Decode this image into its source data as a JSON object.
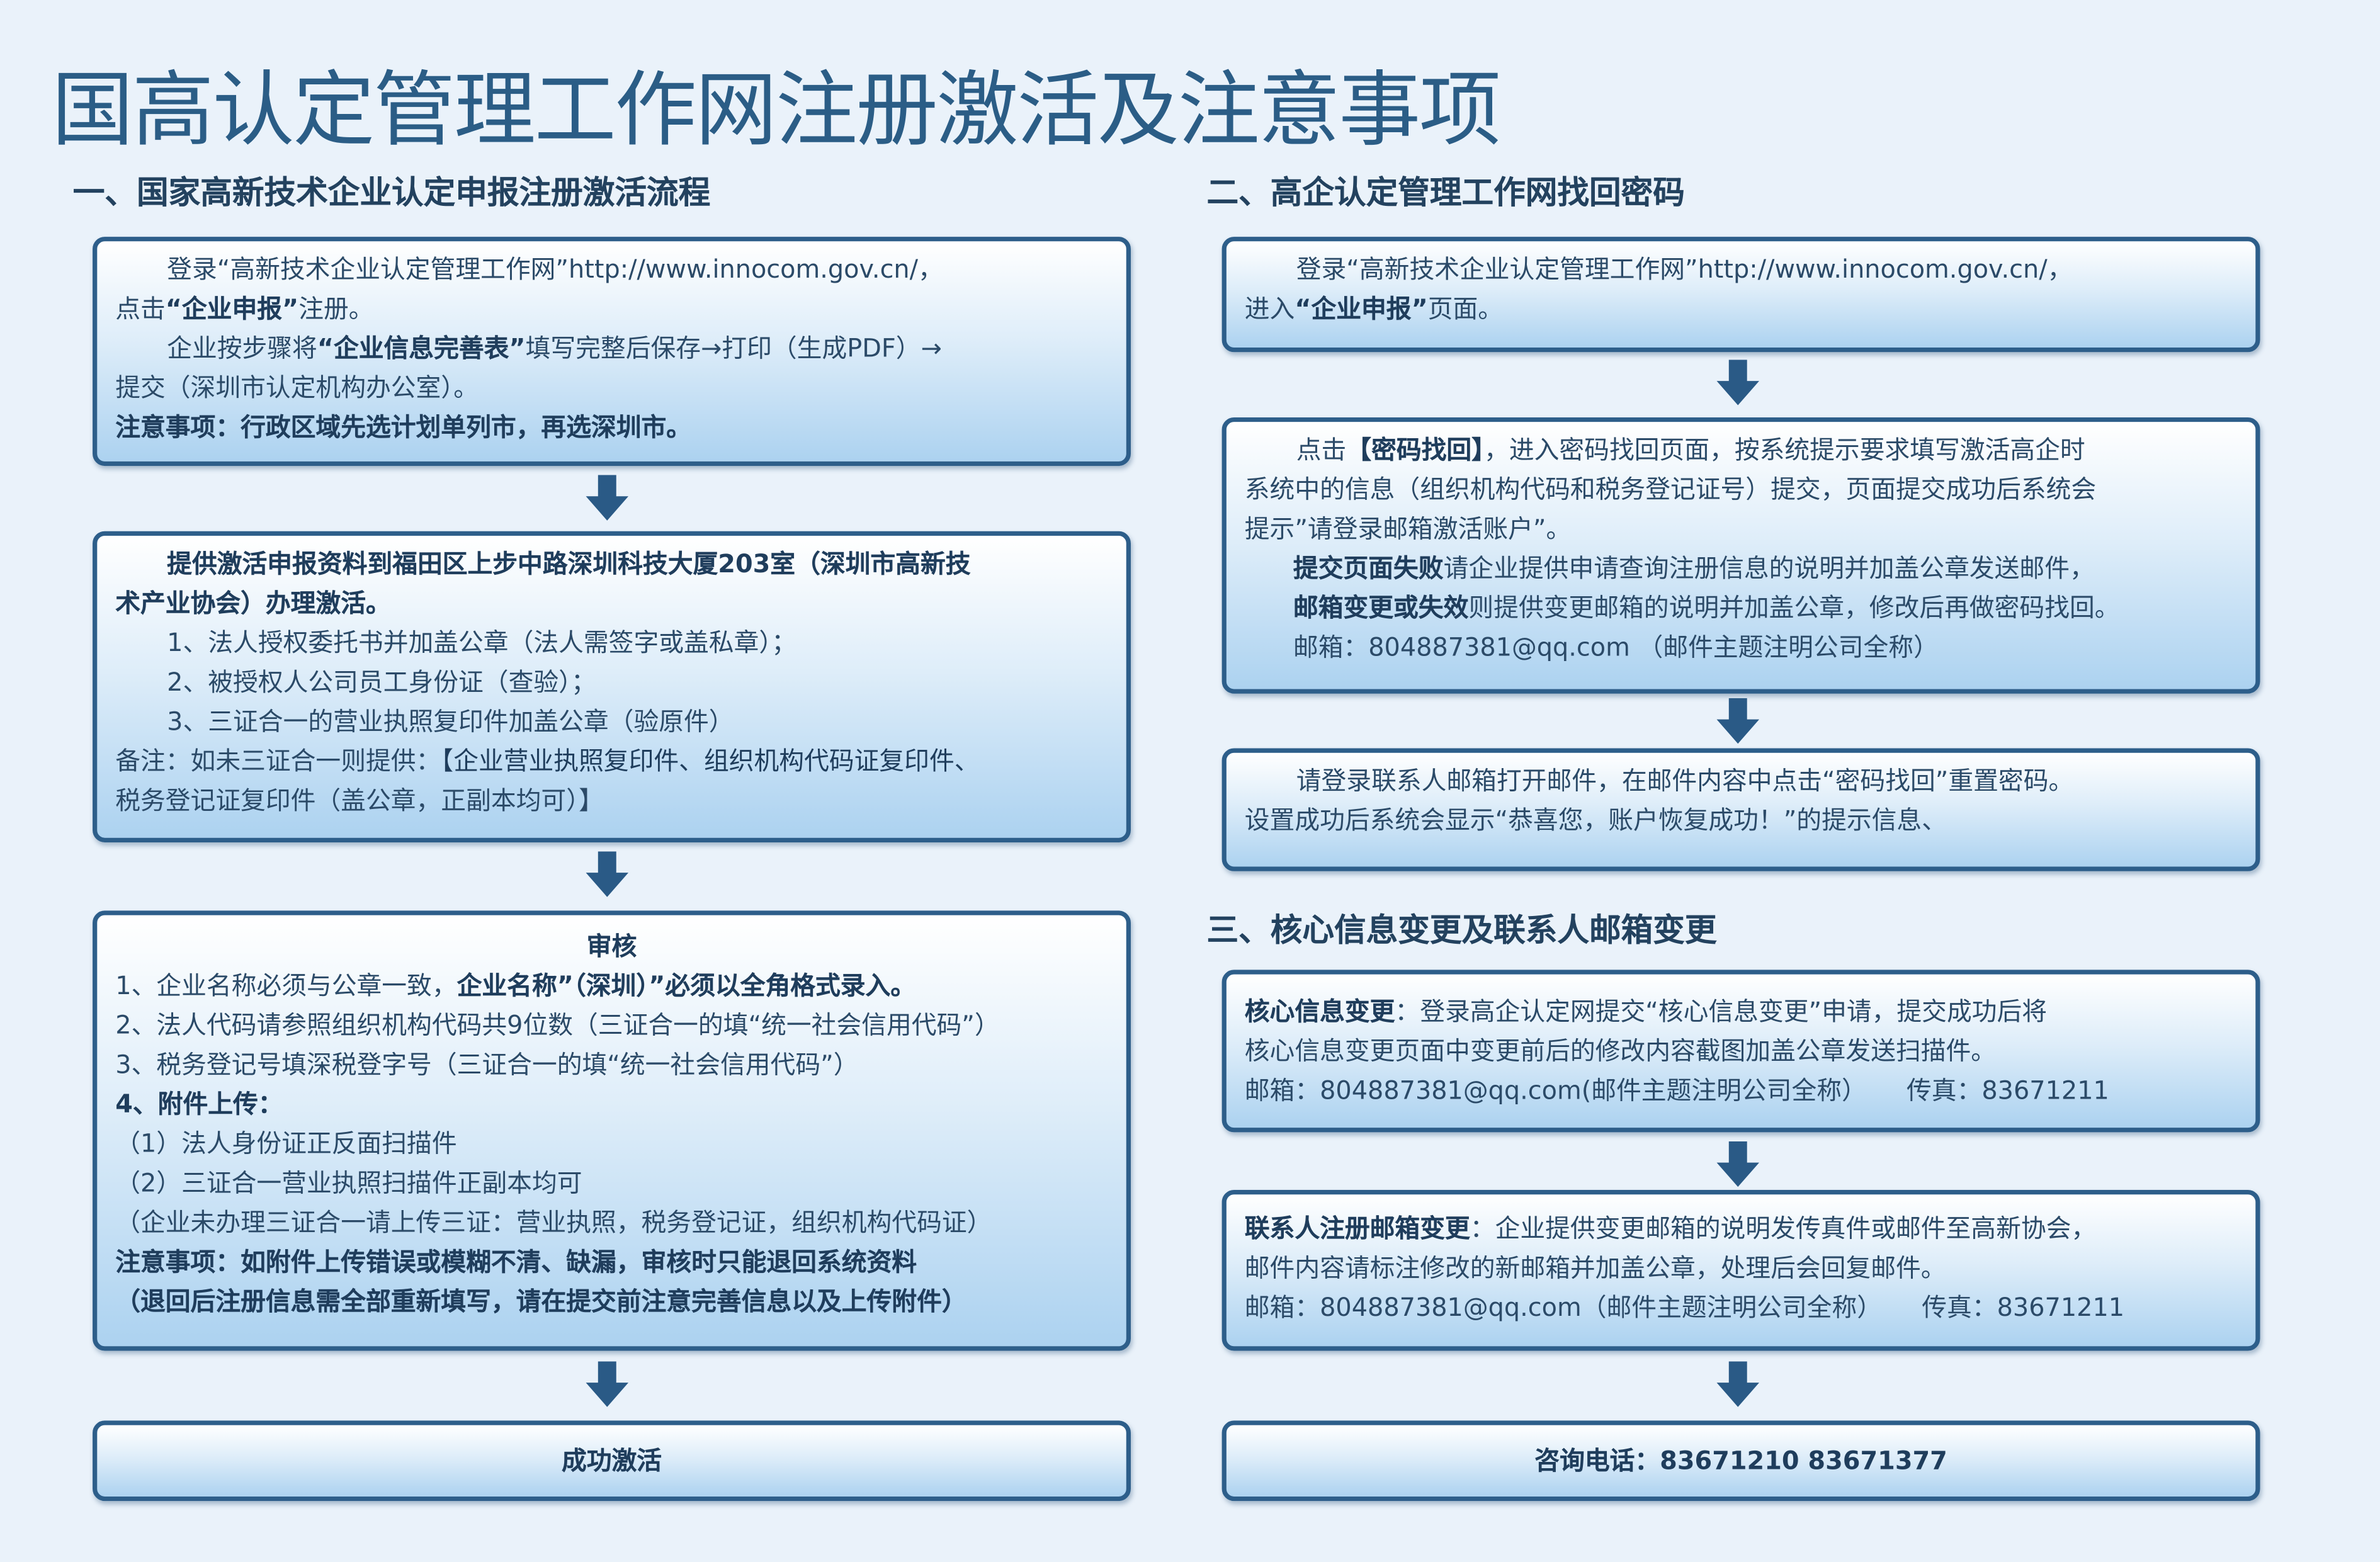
{
  "title": "国高认定管理工作网注册激活及注意事项",
  "section1": {
    "heading": "一、国家高新技术企业认定申报注册激活流程",
    "box1": {
      "l1a": "登录“高新技术企业认定管理工作网”http://www.innocom.gov.cn/，",
      "l2a": "点击",
      "l2b": "“企业申报”",
      "l2c": "注册。",
      "l3a": "企业按步骤将",
      "l3b": "“企业信息完善表”",
      "l3c": "填写完整后保存→打印（生成PDF）→",
      "l4a": "提交（深圳市认定机构办公室）。",
      "l5": "注意事项：行政区域先选计划单列市，再选深圳市。"
    },
    "box2": {
      "l1": "提供激活申报资料到福田区上步中路深圳科技大厦203室（深圳市高新技",
      "l2": "术产业协会）办理激活。",
      "items": [
        "1、法人授权委托书并加盖公章（法人需签字或盖私章）；",
        "2、被授权人公司员工身份证（查验）；",
        "3、三证合一的营业执照复印件加盖公章（验原件）"
      ],
      "note1a": "备注：如未三证合一则提供：",
      "note1b": "【企业营业执照复印件、组织机构代码证复印件、",
      "note2": "税务登记证复印件（盖公章，正副本均可）】"
    },
    "box3": {
      "title": "审核",
      "l1a": "1、企业名称必须与公章一致，",
      "l1b": "企业名称”（深圳）”必须以全角格式录入。",
      "l2": "2、法人代码请参照组织机构代码共9位数（三证合一的填“统一社会信用代码”）",
      "l3": "3、税务登记号填深税登字号（三证合一的填“统一社会信用代码”）",
      "l4": "4、附件上传：",
      "l5": "（1）法人身份证正反面扫描件",
      "l6": "（2）三证合一营业执照扫描件正副本均可",
      "l7": "（企业未办理三证合一请上传三证：营业执照，税务登记证，组织机构代码证）",
      "l8": "注意事项：如附件上传错误或模糊不清、缺漏，审核时只能退回系统资料",
      "l9": "（退回后注册信息需全部重新填写，请在提交前注意完善信息以及上传附件）"
    },
    "box4": "成功激活"
  },
  "section2": {
    "heading": "二、高企认定管理工作网找回密码",
    "box1": {
      "l1": "登录“高新技术企业认定管理工作网”http://www.innocom.gov.cn/，",
      "l2a": "进入",
      "l2b": "“企业申报”",
      "l2c": "页面。"
    },
    "box2": {
      "l1a": "点击",
      "l1b": "【密码找回】",
      "l1c": "，进入密码找回页面，按系统提示要求填写激活高企时",
      "l2": "系统中的信息（组织机构代码和税务登记证号）提交，页面提交成功后系统会",
      "l3": "提示”请登录邮箱激活账户”。",
      "l4a": "提交页面失败",
      "l4b": "请企业提供申请查询注册信息的说明并加盖公章发送邮件，",
      "l5a": "邮箱变更或失效",
      "l5b": "则提供变更邮箱的说明并加盖公章，修改后再做密码找回。",
      "l6": "邮箱：804887381@qq.com （邮件主题注明公司全称）"
    },
    "box3": {
      "l1": "请登录联系人邮箱打开邮件，在邮件内容中点击“密码找回”重置密码。",
      "l2": "设置成功后系统会显示“恭喜您，账户恢复成功！”的提示信息、"
    }
  },
  "section3": {
    "heading": "三、核心信息变更及联系人邮箱变更",
    "box1": {
      "l1a": "核心信息变更",
      "l1b": "：登录高企认定网提交“核心信息变更”申请，提交成功后将",
      "l2": "核心信息变更页面中变更前后的修改内容截图加盖公章发送扫描件。",
      "l3": "邮箱：804887381@qq.com(邮件主题注明公司全称）     传真：83671211"
    },
    "box2": {
      "l1a": "联系人注册邮箱变更",
      "l1b": "：企业提供变更邮箱的说明发传真件或邮件至高新协会，",
      "l2": "邮件内容请标注修改的新邮箱并加盖公章，处理后会回复邮件。",
      "l3": "邮箱：804887381@qq.com（邮件主题注明公司全称）     传真：83671211"
    },
    "box3": "咨询电话：83671210 83671377"
  },
  "colors": {
    "border": "#2d5e8a",
    "arrow": "#2a5a86",
    "title": "#2b5d86"
  }
}
